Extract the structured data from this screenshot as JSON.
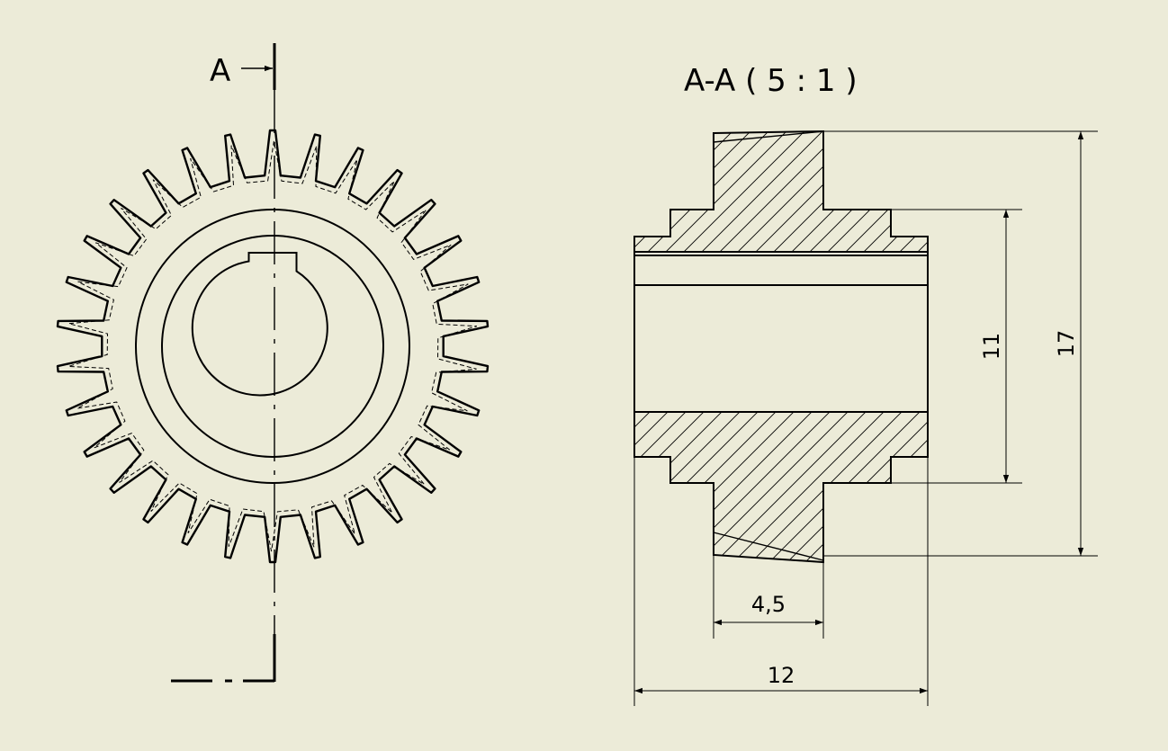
{
  "section_marker": {
    "letter": "A"
  },
  "section_view": {
    "title": "A-A ( 5 : 1 )"
  },
  "dimensions": {
    "width_total": "12",
    "width_hub": "4,5",
    "diameter_small": "11",
    "diameter_large": "17"
  },
  "gear": {
    "tooth_count": 30
  },
  "colors": {
    "background": "#ECEBD8",
    "line": "#000000"
  }
}
